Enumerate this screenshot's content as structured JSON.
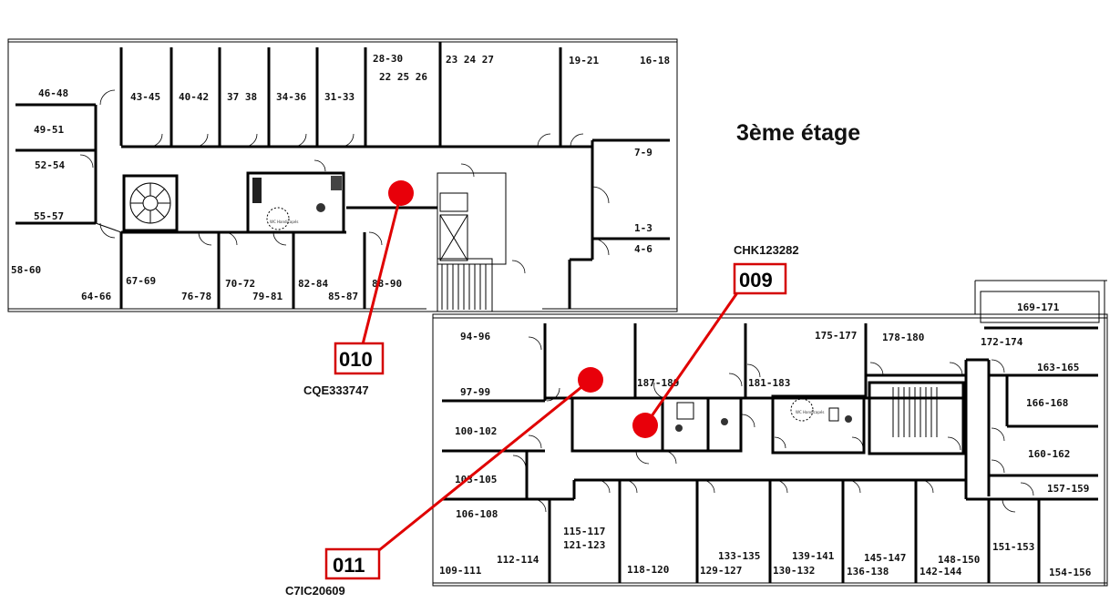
{
  "floor_title": "3ème étage",
  "rooms": [
    {
      "id": "r1",
      "label": "46-48"
    },
    {
      "id": "r2",
      "label": "49-51"
    },
    {
      "id": "r3",
      "label": "52-54"
    },
    {
      "id": "r4",
      "label": "55-57"
    },
    {
      "id": "r5",
      "label": "58-60"
    },
    {
      "id": "r6",
      "label": "64-66"
    },
    {
      "id": "r7",
      "label": "43-45"
    },
    {
      "id": "r8",
      "label": "40-42"
    },
    {
      "id": "r9",
      "label": "37 38"
    },
    {
      "id": "r10",
      "label": "34-36"
    },
    {
      "id": "r11",
      "label": "31-33"
    },
    {
      "id": "r12",
      "label": "28-30"
    },
    {
      "id": "r13",
      "label": "22 25 26"
    },
    {
      "id": "r14",
      "label": "23 24 27"
    },
    {
      "id": "r15",
      "label": "19-21"
    },
    {
      "id": "r16",
      "label": "16-18"
    },
    {
      "id": "r17",
      "label": "7-9"
    },
    {
      "id": "r18",
      "label": "1-3"
    },
    {
      "id": "r19",
      "label": "4-6"
    },
    {
      "id": "r20",
      "label": "67-69"
    },
    {
      "id": "r21",
      "label": "76-78"
    },
    {
      "id": "r22",
      "label": "70-72"
    },
    {
      "id": "r23",
      "label": "79-81"
    },
    {
      "id": "r24",
      "label": "82-84"
    },
    {
      "id": "r25",
      "label": "85-87"
    },
    {
      "id": "r26",
      "label": "88-90"
    },
    {
      "id": "r27",
      "label": "94-96"
    },
    {
      "id": "r28",
      "label": "97-99"
    },
    {
      "id": "r29",
      "label": "100-102"
    },
    {
      "id": "r30",
      "label": "103-105"
    },
    {
      "id": "r31",
      "label": "106-108"
    },
    {
      "id": "r32",
      "label": "109-111"
    },
    {
      "id": "r33",
      "label": "112-114"
    },
    {
      "id": "r34",
      "label": "115-117"
    },
    {
      "id": "r35",
      "label": "121-123"
    },
    {
      "id": "r36",
      "label": "118-120"
    },
    {
      "id": "r37",
      "label": "133-135"
    },
    {
      "id": "r38",
      "label": "129-127"
    },
    {
      "id": "r39",
      "label": "139-141"
    },
    {
      "id": "r40",
      "label": "130-132"
    },
    {
      "id": "r41",
      "label": "145-147"
    },
    {
      "id": "r42",
      "label": "136-138"
    },
    {
      "id": "r43",
      "label": "148-150"
    },
    {
      "id": "r44",
      "label": "142-144"
    },
    {
      "id": "r45",
      "label": "151-153"
    },
    {
      "id": "r46",
      "label": "154-156"
    },
    {
      "id": "r47",
      "label": "157-159"
    },
    {
      "id": "r48",
      "label": "160-162"
    },
    {
      "id": "r49",
      "label": "166-168"
    },
    {
      "id": "r50",
      "label": "163-165"
    },
    {
      "id": "r51",
      "label": "172-174"
    },
    {
      "id": "r52",
      "label": "169-171"
    },
    {
      "id": "r53",
      "label": "178-180"
    },
    {
      "id": "r54",
      "label": "175-177"
    },
    {
      "id": "r55",
      "label": "181-183"
    },
    {
      "id": "r56",
      "label": "187-189"
    }
  ],
  "markers": [
    {
      "label": "009",
      "code": "CHK123282"
    },
    {
      "label": "010",
      "code": "CQE333747"
    },
    {
      "label": "011",
      "code": "C7IC20609"
    }
  ],
  "colors": {
    "marker": "#e8000a",
    "callout": "#e00000",
    "label_border": "#d40000"
  }
}
